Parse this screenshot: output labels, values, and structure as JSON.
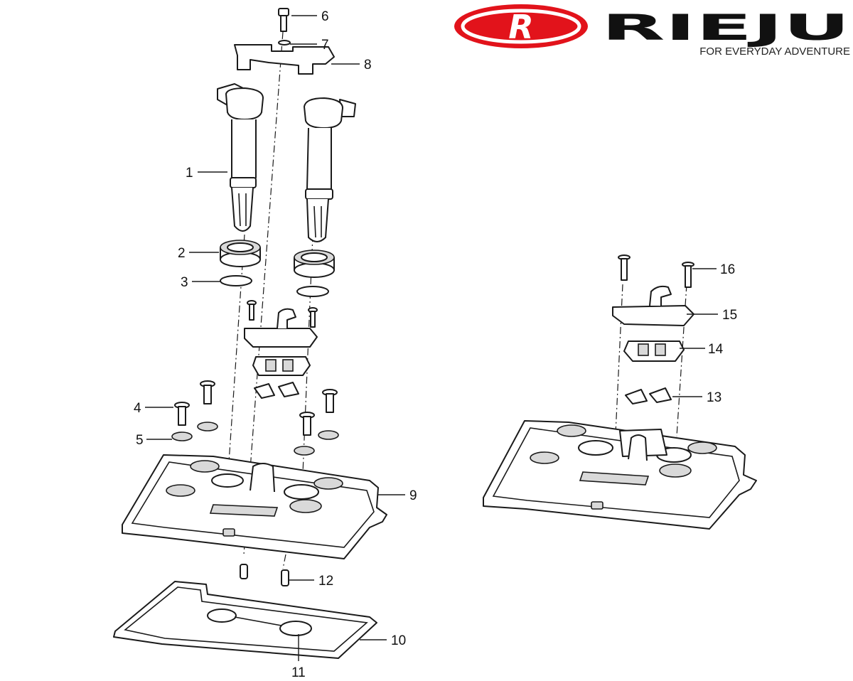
{
  "brand": {
    "name": "RIEJU",
    "monogram": "R",
    "tagline": "FOR EVERYDAY ADVENTURE",
    "logo_color": "#e2131b"
  },
  "callouts": [
    "1",
    "2",
    "3",
    "4",
    "5",
    "6",
    "7",
    "8",
    "9",
    "10",
    "11",
    "12",
    "13",
    "14",
    "15",
    "16"
  ],
  "colors": {
    "line": "#1a1a1a",
    "fill": "#ffffff",
    "shade": "#d9d9d9"
  }
}
